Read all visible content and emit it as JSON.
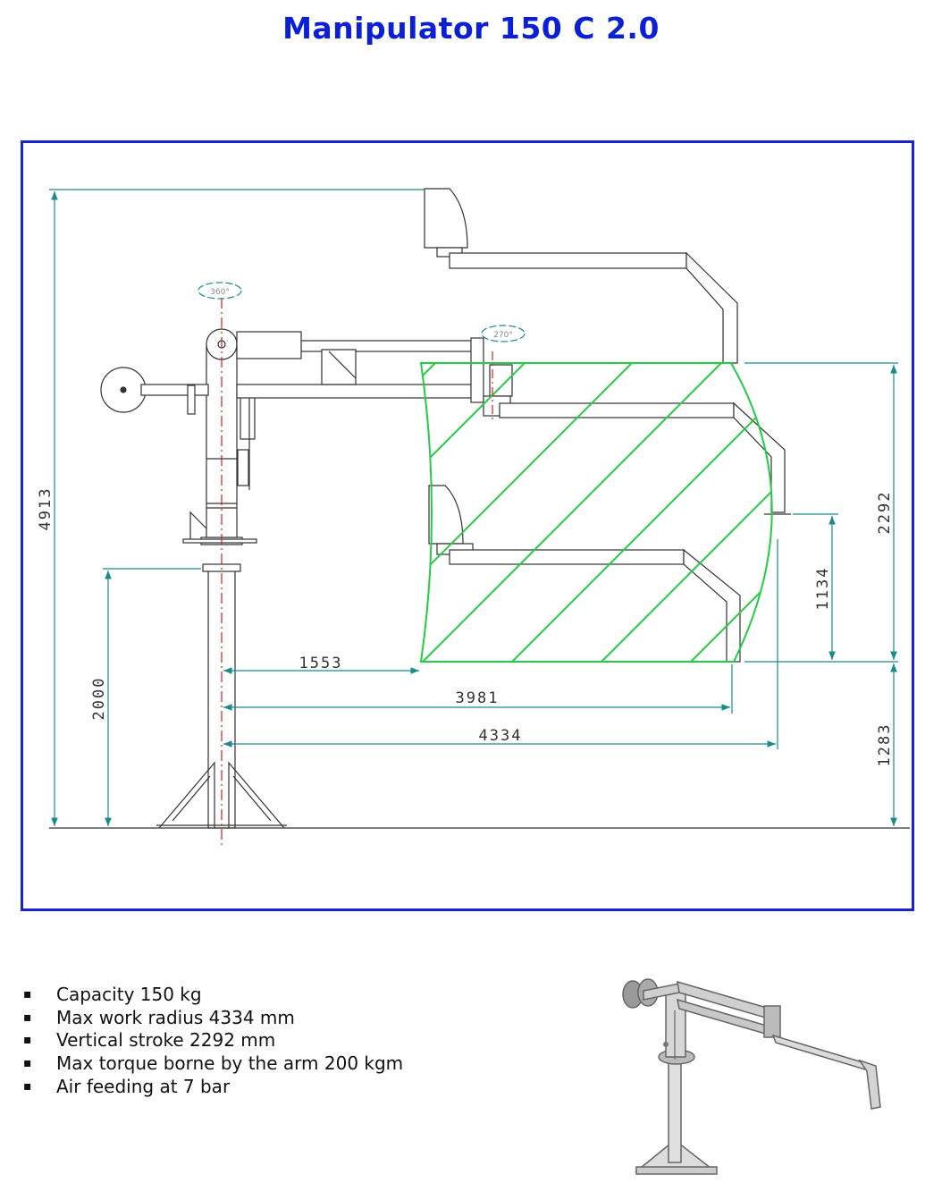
{
  "title": "Manipulator 150 C 2.0",
  "drawing": {
    "dimensions": {
      "total_height": "4913",
      "column_height": "2000",
      "min_radius": "1553",
      "radius_mid": "3981",
      "max_radius": "4334",
      "vertical_stroke": "2292",
      "inner_stroke": "1134",
      "min_height": "1283"
    },
    "rotations": {
      "column": "360°",
      "arm": "270°"
    }
  },
  "specs": [
    "Capacity 150 kg",
    "Max work radius 4334 mm",
    "Vertical stroke 2292 mm",
    "Max torque borne by the arm 200 kgm",
    "Air feeding at 7 bar"
  ],
  "colors": {
    "title": "#0a1fd6",
    "frame": "#1a22d0",
    "dimension": "#1a8a8a",
    "work_area": "#22cc44",
    "axis": "#cc2222",
    "structure": "#333333"
  },
  "icons": {
    "bullet": "▪"
  }
}
